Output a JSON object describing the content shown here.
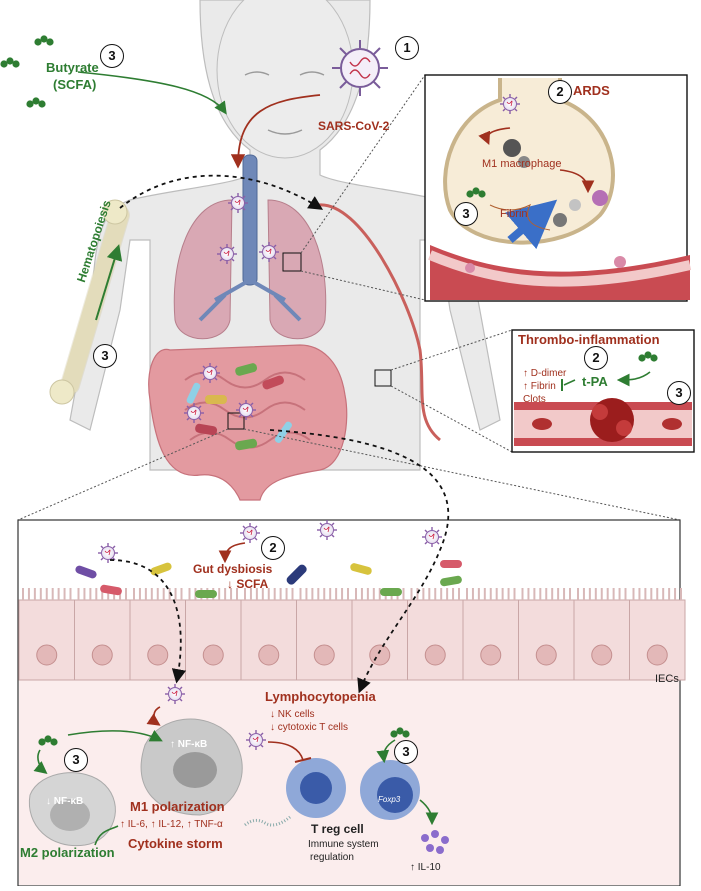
{
  "colors": {
    "green": "#2e7d32",
    "red": "#a0301e",
    "lung": "#d99aa2",
    "airway": "#6f88b8",
    "gut": "#d9808a",
    "cell_fill": "#f3dcdc",
    "tcell": "#8fa8d8"
  },
  "top": {
    "butyrate": "Butyrate",
    "scfa": "(SCFA)",
    "virus": "SARS-CoV-2",
    "hematopoiesis": "Hematopoiesis",
    "num1": "1",
    "num2": "2",
    "num3": "3"
  },
  "ards": {
    "title": "ARDS",
    "m1": "M1 macrophage",
    "fibrin": "Fibrin"
  },
  "thrombo": {
    "title": "Thrombo-inflammation",
    "ddimer": "↑ D-dimer",
    "fibrin": "↑ Fibrin",
    "clots": "Clots",
    "tpa": "t-PA"
  },
  "gut": {
    "dysbiosis": "Gut dysbiosis",
    "scfa_down": "↓ SCFA",
    "iecs": "IECs",
    "lymphocytopenia": "Lymphocytopenia",
    "nk": "↓ NK cells",
    "cytotoxic": "↓ cytotoxic T cells",
    "nfkb_up": "↑ NF-κB",
    "nfkb_down": "↓ NF-κB",
    "m1_polarization": "M1 polarization",
    "cytokines": "↑ IL-6, ↑ IL-12, ↑ TNF-α",
    "cytokine_storm": "Cytokine storm",
    "m2_polarization": "M2 polarization",
    "treg": "T reg cell",
    "immune1": "Immune system",
    "immune2": "regulation",
    "foxp3": "Foxp3",
    "il10": "↑ IL-10"
  }
}
